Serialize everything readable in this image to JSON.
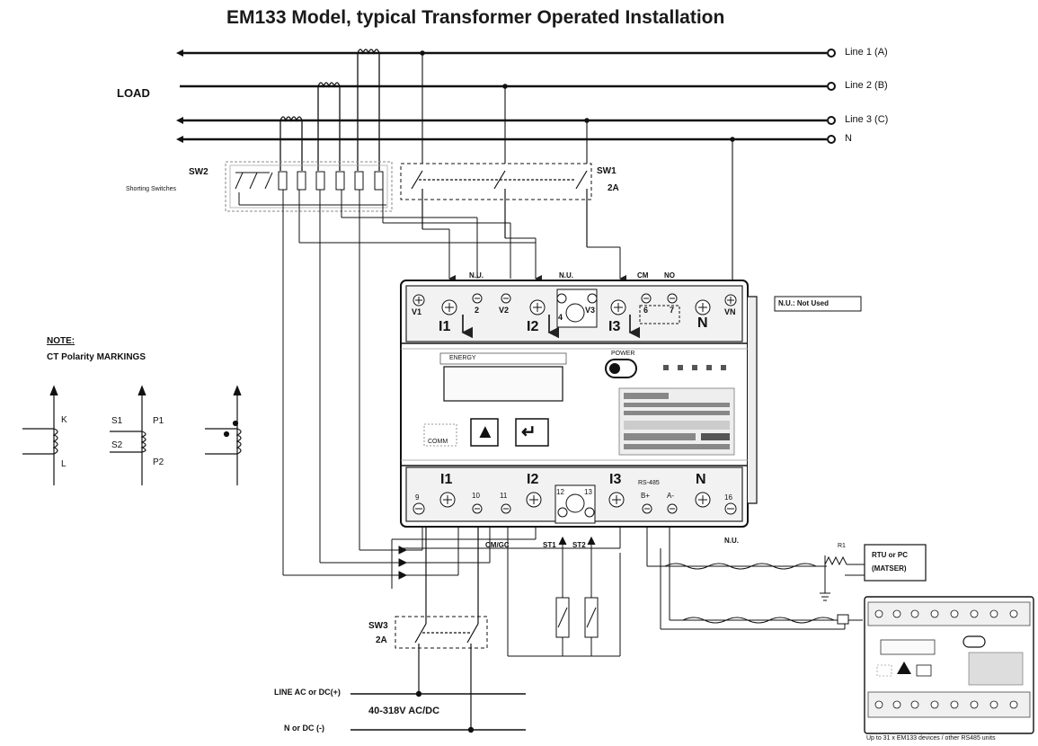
{
  "title": "EM133 Model, typical Transformer Operated Installation",
  "lines": {
    "line1": "Line 1 (A)",
    "line2": "Line 2 (B)",
    "line3": "Line 3 (C)",
    "neutral": "N",
    "load": "LOAD"
  },
  "switches": {
    "sw2": "SW2",
    "sw2_caption": "Shorting Switches",
    "sw1": "SW1",
    "sw1_rating": "2A",
    "sw3": "SW3",
    "sw3_rating": "2A"
  },
  "meter_top": {
    "nu_left": "N.U.",
    "nu_mid": "N.U.",
    "cm": "CM",
    "no": "NO",
    "v1": "V1",
    "t2": "2",
    "v2": "V2",
    "v3": "V3",
    "t4": "4",
    "t6": "6",
    "t7": "7",
    "n": "N",
    "vn": "VN",
    "i1": "I1",
    "i2": "I2",
    "i3": "I3"
  },
  "meter_bottom": {
    "i1": "I1",
    "i2": "I2",
    "i3": "I3",
    "n": "N",
    "rs485": "RS-485",
    "t9": "9",
    "t10": "10",
    "t11": "11",
    "t12": "12",
    "t13": "13",
    "bplus": "B+",
    "aminus": "A-",
    "t16": "16"
  },
  "note_nu": "N.U.: Not Used",
  "note": {
    "heading": "NOTE:",
    "subheading": "CT Polarity MARKINGS",
    "k": "K",
    "l": "L",
    "s1": "S1",
    "s2": "S2",
    "p1": "P1",
    "p2": "P2"
  },
  "bottom": {
    "cm_gc": "CM/GC",
    "st1": "ST1",
    "st2": "ST2",
    "nu": "N.U.",
    "line_ac": "LINE AC or DC(+)",
    "voltage": "40-318V AC/DC",
    "n_dc": "N or DC (-)",
    "rtu_line1": "RTU or PC",
    "rtu_line2": "(MATSER)",
    "resistor": "R1",
    "daisy_caption": "Up to 31 x EM133 devices / other RS485 units"
  },
  "meter_face": {
    "display_label": "ENERGY",
    "power_label": "POWER",
    "comm_label": "COMM",
    "up_button": "▲",
    "enter_button": "↵"
  }
}
